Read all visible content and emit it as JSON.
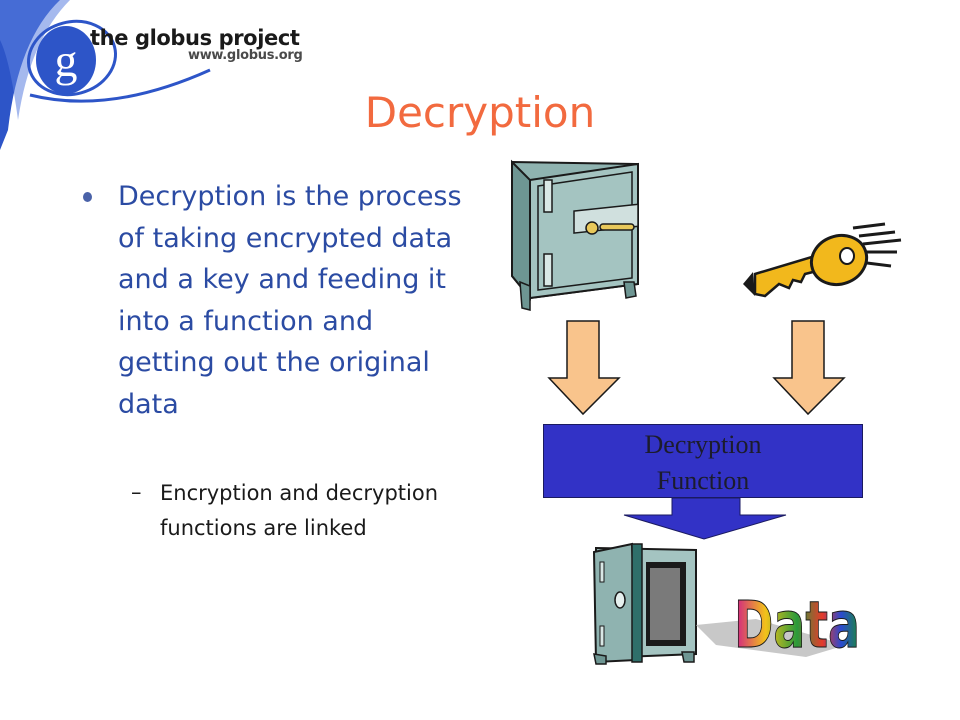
{
  "logo": {
    "name": "the globus project",
    "url": "www.globus.org",
    "letter": "g"
  },
  "slide": {
    "title": "Decryption",
    "bullet": "Decryption is the process of taking encrypted data and a key and feeding it into a function and getting out the original data",
    "sub_bullet_dash": "–",
    "sub_bullet": "Encryption and decryption functions are linked"
  },
  "diagram": {
    "function_box": {
      "line1": "Decryption",
      "line2": "Function"
    },
    "data_label": "Data",
    "icons": [
      "safe-icon",
      "key-icon",
      "open-safe-icon"
    ]
  },
  "colors": {
    "title": "#f26a3f",
    "bullet_text": "#2b4ba3",
    "function_box": "#3232c6",
    "arrow_fill": "#f9c48c",
    "swoosh": "#2d55c8"
  }
}
